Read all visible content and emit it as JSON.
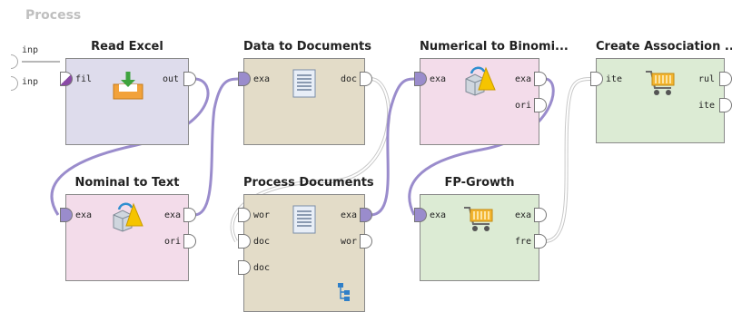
{
  "canvas": {
    "label": "Process"
  },
  "process_inputs": [
    {
      "label": "inp"
    },
    {
      "label": "inp"
    }
  ],
  "colors": {
    "import": "#dedcec",
    "text": "#e3dcc8",
    "convert": "#f3dcea",
    "model": "#dcebd4",
    "wire_purple": "#9a8ccc",
    "wire_gray": "#c8c8c8"
  },
  "operators": {
    "read_excel": {
      "title": "Read Excel",
      "in": [
        "fil"
      ],
      "out": [
        "out"
      ],
      "icon": "excel-import-icon"
    },
    "data_to_documents": {
      "title": "Data to Documents",
      "in": [
        "exa"
      ],
      "out": [
        "doc"
      ],
      "icon": "document-icon"
    },
    "numerical_to_binominal": {
      "title": "Numerical to Binomi...",
      "in": [
        "exa"
      ],
      "out": [
        "exa",
        "ori"
      ],
      "icon": "shapes-convert-icon"
    },
    "create_association": {
      "title": "Create Association ...",
      "in": [
        "ite"
      ],
      "out": [
        "rul",
        "ite"
      ],
      "icon": "shopping-cart-icon"
    },
    "nominal_to_text": {
      "title": "Nominal to Text",
      "in": [
        "exa"
      ],
      "out": [
        "exa",
        "ori"
      ],
      "icon": "shapes-convert-icon"
    },
    "process_documents": {
      "title": "Process Documents",
      "in": [
        "wor",
        "doc",
        "doc"
      ],
      "out": [
        "exa",
        "wor"
      ],
      "icon": "document-icon"
    },
    "fp_growth": {
      "title": "FP-Growth",
      "in": [
        "exa"
      ],
      "out": [
        "exa",
        "fre"
      ],
      "icon": "shopping-cart-icon"
    }
  }
}
